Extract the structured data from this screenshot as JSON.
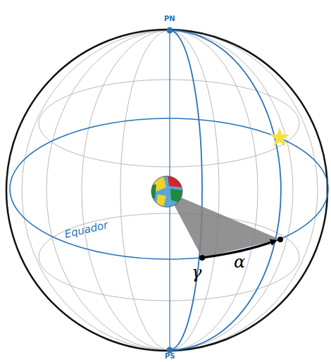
{
  "diagram": {
    "labels": [
      "PN",
      "PS",
      "Equador",
      "γ",
      "α"
    ]
  }
}
